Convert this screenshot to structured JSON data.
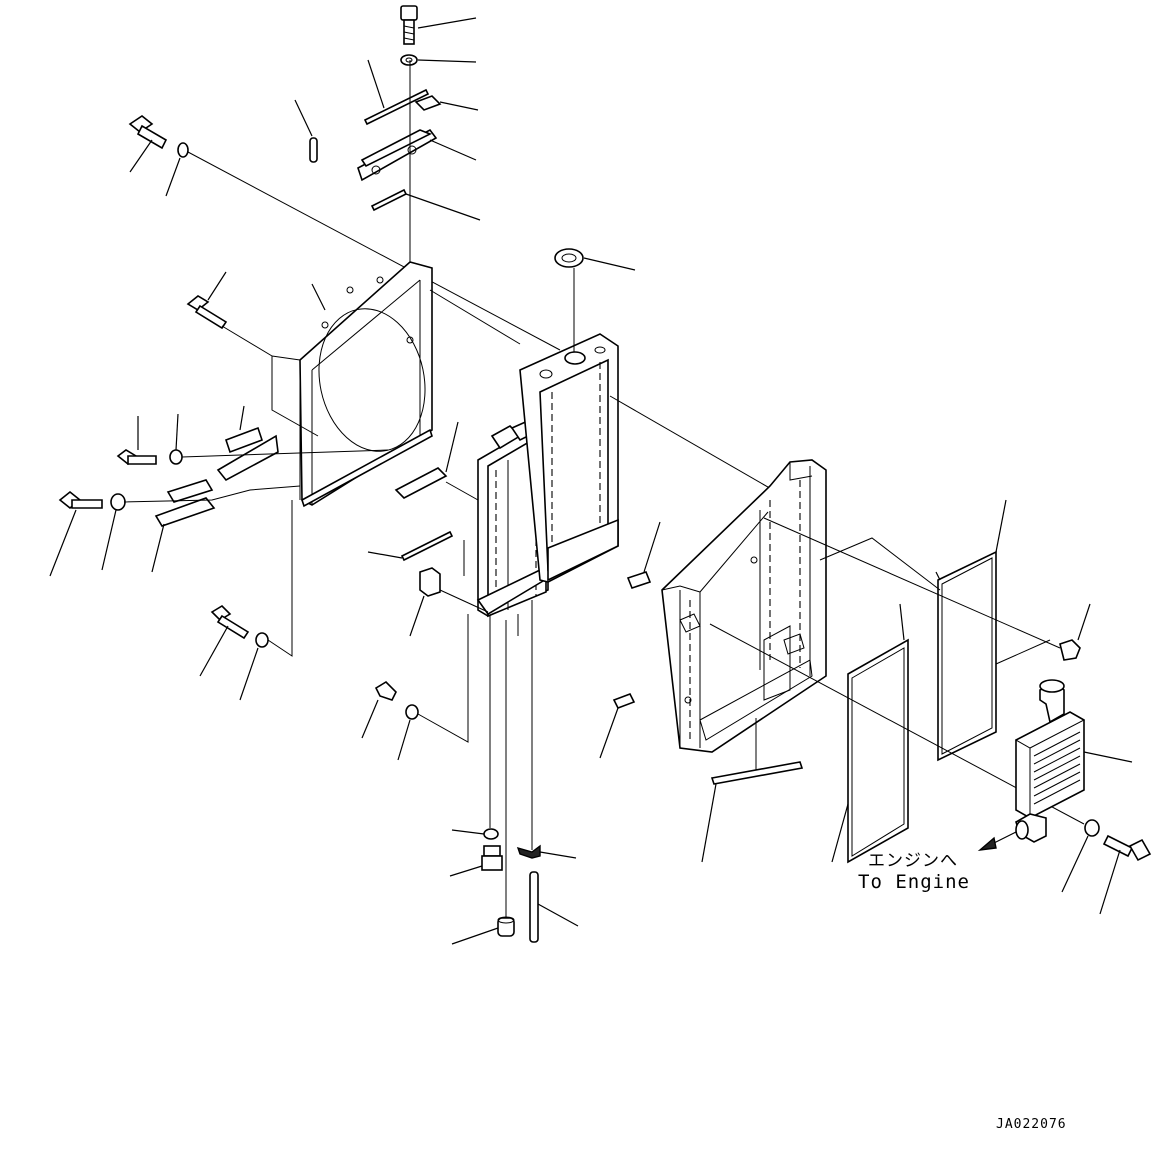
{
  "annotations": {
    "destination_jp": "エンジンへ",
    "destination_en": "To Engine",
    "drawing_id": "JA022076"
  },
  "diagram": {
    "icons": [
      "bolt-icon",
      "washer-icon",
      "bracket-icon",
      "seal-strip-icon",
      "radiator-icon",
      "frame-icon",
      "screen-icon",
      "oil-cooler-icon",
      "cap-icon"
    ],
    "colors": {
      "line": "#000000",
      "background": "#ffffff"
    }
  }
}
